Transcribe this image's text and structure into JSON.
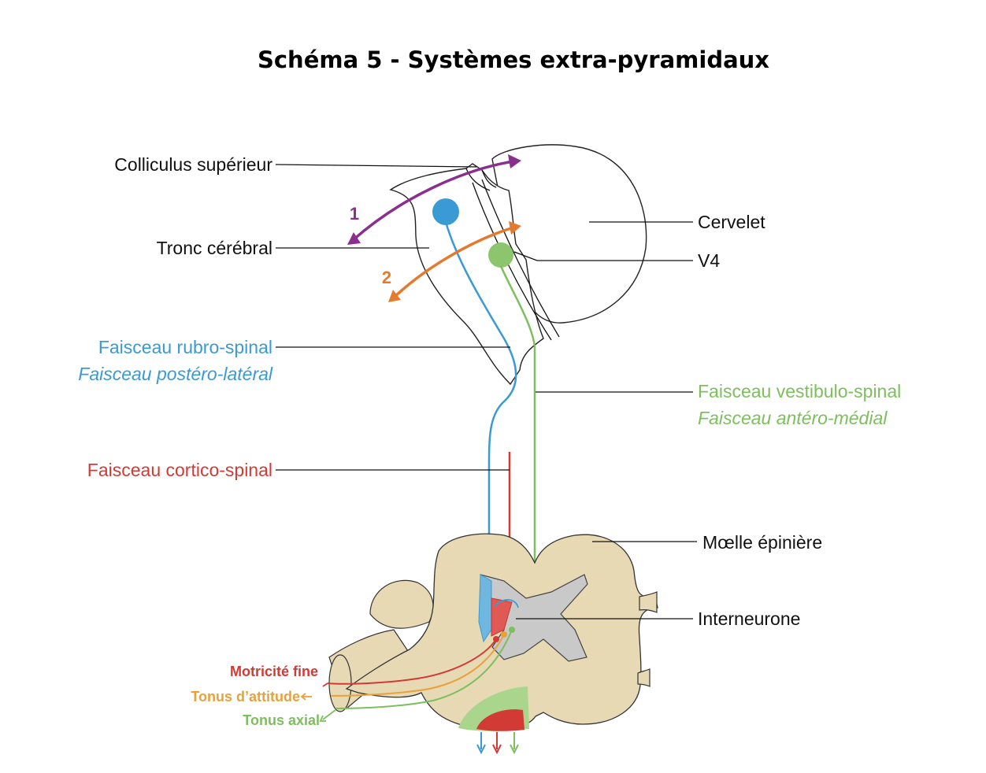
{
  "title": "Schéma 5 - Systèmes extra-pyramidaux",
  "labels": {
    "colliculus": "Colliculus supérieur",
    "tronc": "Tronc cérébral",
    "cervelet": "Cervelet",
    "v4": "V4",
    "rubro": "Faisceau rubro-spinal",
    "rubro_sub": "Faisceau postéro-latéral",
    "vestibulo": "Faisceau vestibulo-spinal",
    "vestibulo_sub": "Faisceau antéro-médial",
    "cortico": "Faisceau cortico-spinal",
    "moelle": "Mœlle épinière",
    "interneurone": "Interneurone",
    "motricite": "Motricité fine",
    "tonus_attitude": "Tonus d’attitude",
    "tonus_axial": "Tonus axial",
    "arrow1": "1",
    "arrow2": "2"
  },
  "colors": {
    "blue": "#3a9ad4",
    "green": "#7dbf5e",
    "red": "#d23a35",
    "orange": "#e9a23b",
    "purple": "#8b2f8f",
    "arrow_orange": "#e47a2e",
    "tissue": "#e8d9b5",
    "grey_matter": "#c9c9c9"
  }
}
